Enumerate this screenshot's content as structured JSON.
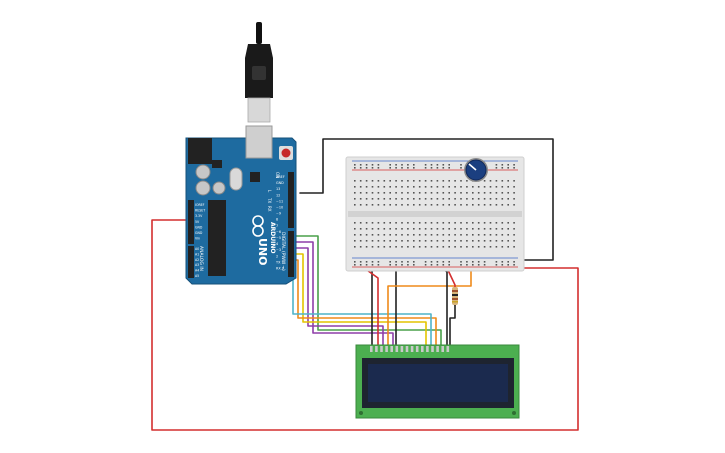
{
  "arduino": {
    "board_name": "UNO",
    "brand": "ARDUINO",
    "digital_header": "DIGITAL (PWM ~)",
    "analog_header": "ANALOG IN",
    "power_labels": [
      "IOREF",
      "RESET",
      "3.3V",
      "5V",
      "GND",
      "GND",
      "Vin"
    ],
    "analog_pins": [
      "A0",
      "A1",
      "A2",
      "A3",
      "A4",
      "A5"
    ],
    "digital_pins": [
      "AREF",
      "GND",
      "13",
      "12",
      "~11",
      "~10",
      "~9",
      "8",
      "7",
      "~6",
      "~5",
      "4",
      "~3",
      "2",
      "TX 1",
      "RX 0"
    ],
    "on_label": "ON",
    "tx_label": "TX",
    "rx_label": "RX",
    "l_label": "L"
  },
  "colors": {
    "board": "#1e6ba0",
    "breadboard": "#e6e6e6",
    "lcd_pcb": "#4caf50",
    "lcd_screen": "#1b2a4e",
    "wire_black": "#222222",
    "wire_red": "#d32f2f",
    "wire_orange": "#ef8a1a",
    "wire_yellow": "#e3c400",
    "wire_purple": "#8e3fa8",
    "wire_green": "#4aa04a",
    "wire_cyan": "#4fb3c8",
    "pot_knob": "#1b3f80"
  },
  "components": [
    "arduino-uno",
    "usb-cable",
    "breadboard",
    "potentiometer",
    "resistor",
    "lcd-16x2"
  ]
}
